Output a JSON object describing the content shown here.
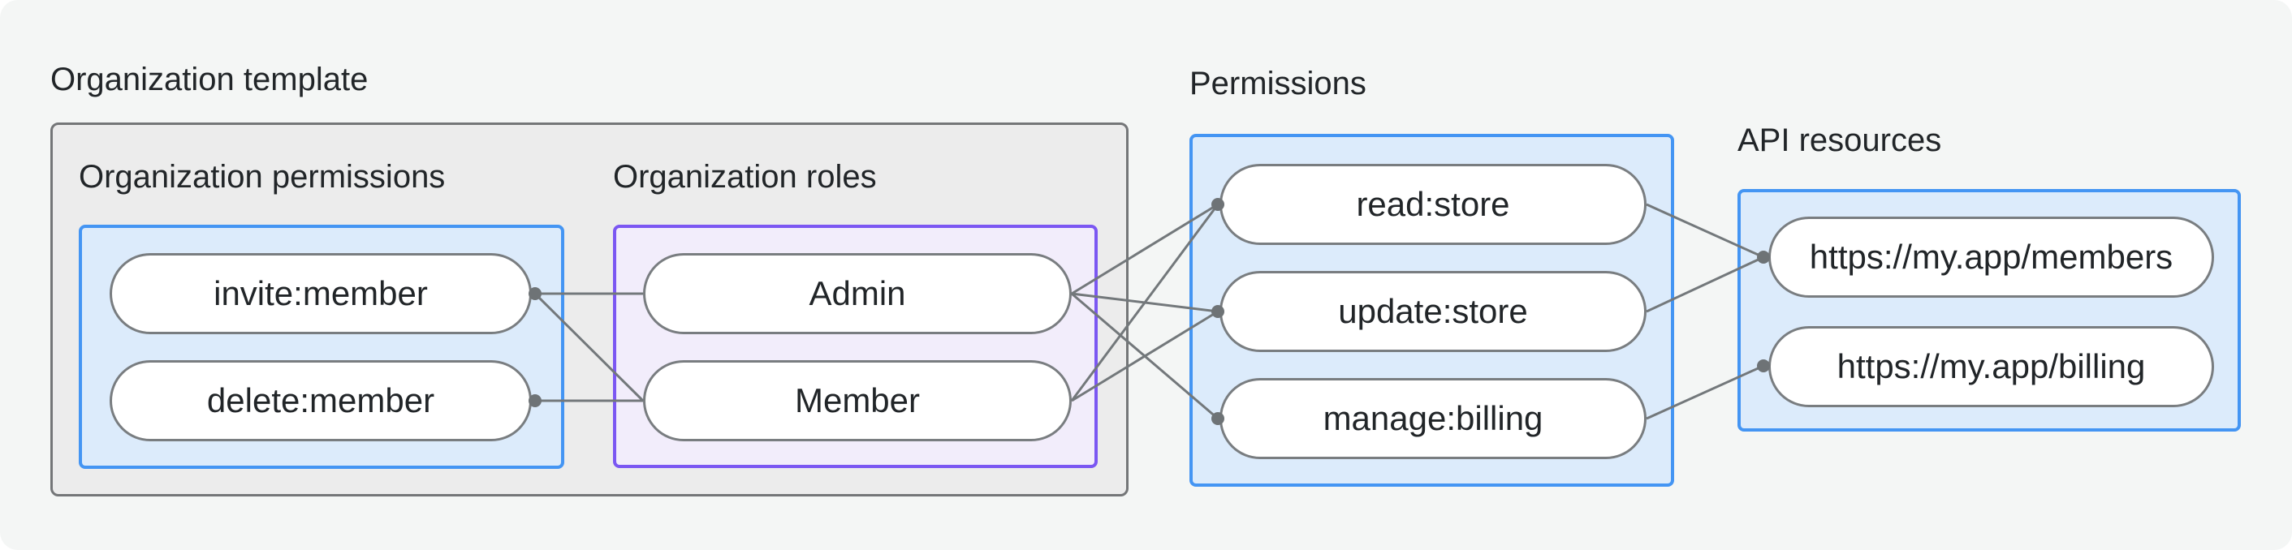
{
  "diagram": {
    "template_label": "Organization template",
    "template_box": {
      "org_permissions": {
        "title": "Organization permissions",
        "items": [
          {
            "label": "invite:member"
          },
          {
            "label": "delete:member"
          }
        ]
      },
      "org_roles": {
        "title": "Organization roles",
        "items": [
          {
            "label": "Admin"
          },
          {
            "label": "Member"
          }
        ]
      }
    },
    "permissions": {
      "title": "Permissions",
      "items": [
        {
          "label": "read:store"
        },
        {
          "label": "update:store"
        },
        {
          "label": "manage:billing"
        }
      ]
    },
    "api_resources": {
      "title": "API resources",
      "items": [
        {
          "label": "https://my.app/members"
        },
        {
          "label": "https://my.app/billing"
        }
      ]
    },
    "connections": [
      {
        "from": "invite:member",
        "to": "Admin"
      },
      {
        "from": "invite:member",
        "to": "Member"
      },
      {
        "from": "delete:member",
        "to": "Member"
      },
      {
        "from": "Admin",
        "to": "read:store"
      },
      {
        "from": "Admin",
        "to": "update:store"
      },
      {
        "from": "Admin",
        "to": "manage:billing"
      },
      {
        "from": "Member",
        "to": "read:store"
      },
      {
        "from": "Member",
        "to": "update:store"
      },
      {
        "from": "read:store",
        "to": "https://my.app/members"
      },
      {
        "from": "update:store",
        "to": "https://my.app/members"
      },
      {
        "from": "manage:billing",
        "to": "https://my.app/billing"
      }
    ],
    "colors": {
      "canvas_bg": "#f4f6f5",
      "gray_box_bg": "#ececec",
      "gray_box_border": "#747678",
      "blue_box_bg": "#dcebfb",
      "blue_box_border": "#4495f3",
      "purple_box_bg": "#f2edfb",
      "purple_box_border": "#7b57f2",
      "pill_bg": "#ffffff",
      "pill_border": "#797d80",
      "line": "#73787b",
      "dot": "#6e7376",
      "text": "#212528"
    }
  }
}
